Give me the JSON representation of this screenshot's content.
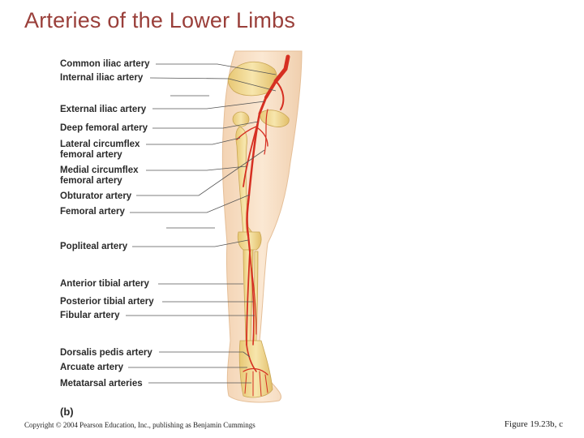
{
  "slide": {
    "title": "Arteries of the Lower Limbs",
    "part_label": "(b)",
    "copyright": "Copyright © 2004 Pearson Education, Inc., publishing as Benjamin Cummings",
    "figure_ref": "Figure 19.23b, c"
  },
  "labels": [
    {
      "text": "Common iliac artery"
    },
    {
      "text": "Internal iliac artery"
    },
    {
      "text": "External iliac artery"
    },
    {
      "text": "Deep femoral artery"
    },
    {
      "text": "Lateral circumflex"
    },
    {
      "text": "femoral artery"
    },
    {
      "text": "Medial circumflex"
    },
    {
      "text": "femoral artery"
    },
    {
      "text": "Obturator artery"
    },
    {
      "text": "Femoral artery"
    },
    {
      "text": "Popliteal artery"
    },
    {
      "text": "Anterior tibial artery"
    },
    {
      "text": "Posterior tibial artery"
    },
    {
      "text": "Fibular artery"
    },
    {
      "text": "Dorsalis pedis artery"
    },
    {
      "text": "Arcuate artery"
    },
    {
      "text": "Metatarsal arteries"
    }
  ],
  "colors": {
    "title": "#9a3f3a",
    "skin": "#f7dfc4",
    "bone": "#f2d88e",
    "artery": "#d62f22",
    "leader": "#555555"
  }
}
